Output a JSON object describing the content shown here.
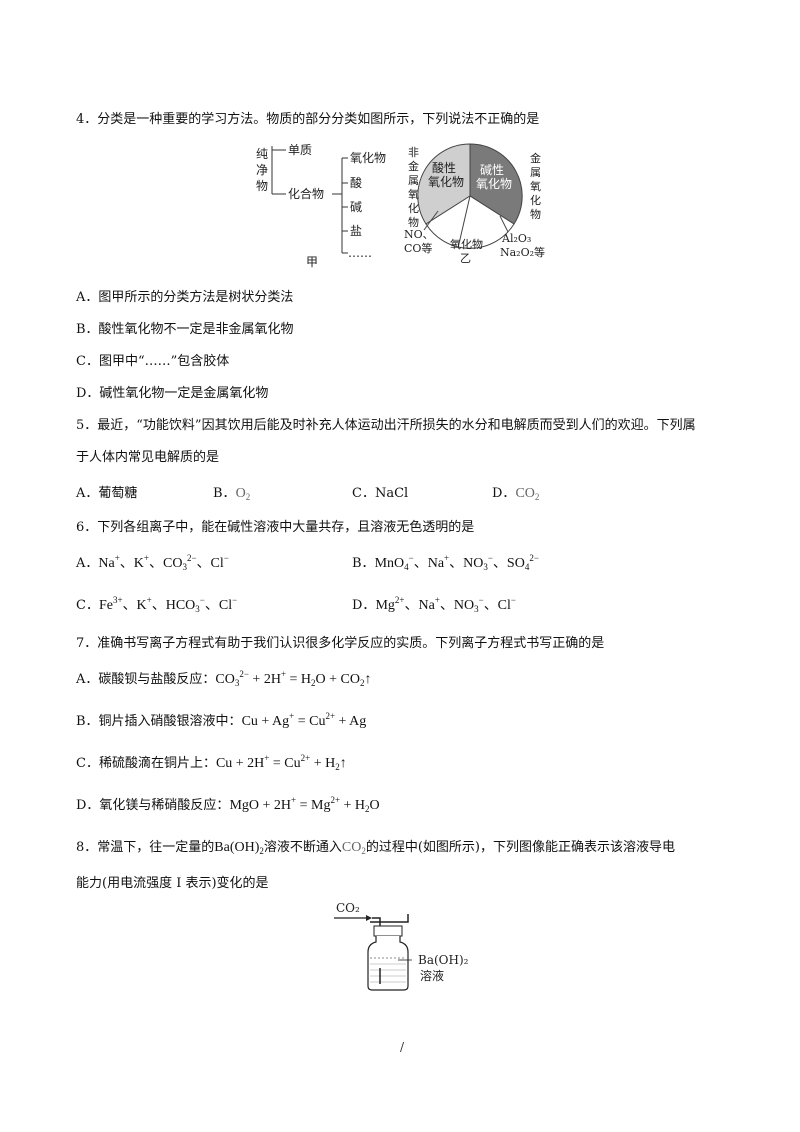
{
  "q4": {
    "stem": "4．分类是一种重要的学习方法。物质的部分分类如图所示，下列说法不正确的是",
    "fig_jia": {
      "pure": [
        "纯",
        "净",
        "物"
      ],
      "element": "单质",
      "compound": "化合物",
      "subs": [
        "氧化物",
        "酸",
        "碱",
        "盐",
        "……"
      ],
      "label": "甲"
    },
    "fig_yi": {
      "acidic": [
        "酸性",
        "氧化物"
      ],
      "basic": [
        "碱性",
        "氧化物"
      ],
      "nonmetal": [
        "非",
        "金",
        "属",
        "氧",
        "化",
        "物"
      ],
      "metal": [
        "金",
        "属",
        "氧",
        "化",
        "物"
      ],
      "no_co": [
        "NO、",
        "CO等"
      ],
      "oxide": "氧化物",
      "label": "乙",
      "al2o3": "Al₂O₃",
      "na2o2": "Na₂O₂等"
    },
    "options": {
      "A": "A．图甲所示的分类方法是树状分类法",
      "B": "B．酸性氧化物不一定是非金属氧化物",
      "C": "C．图甲中“……”包含胶体",
      "D": "D．碱性氧化物一定是金属氧化物"
    }
  },
  "q5": {
    "stem1": "5．最近，“功能饮料”因其饮用后能及时补充人体运动出汗所损失的水分和电解质而受到人们的欢迎。下列属",
    "stem2": "于人体内常见电解质的是",
    "A": "A．葡萄糖",
    "B": "B．",
    "C": "C．NaCl",
    "D": "D．"
  },
  "q6": {
    "stem": "6．下列各组离子中，能在碱性溶液中大量共存，且溶液无色透明的是",
    "A": "A．",
    "B": "B．",
    "C": "C．",
    "D": "D．"
  },
  "q7": {
    "stem": "7．准确书写离子方程式有助于我们认识很多化学反应的实质。下列离子方程式书写正确的是",
    "A": "A．碳酸钡与盐酸反应：",
    "B": "B．铜片插入硝酸银溶液中：",
    "C": "C．稀硫酸滴在铜片上：",
    "D": "D．氧化镁与稀硝酸反应："
  },
  "q8": {
    "stem_a": "8．常温下，往一定量的",
    "stem_b": "溶液不断通入",
    "stem_c": "的过程中(如图所示)，下列图像能正确表示该溶液导电",
    "stem2": "能力(用电流强度 I 表示)变化的是",
    "fig": {
      "co2": "CO₂",
      "baoh2": "Ba(OH)₂",
      "solution": "溶液"
    }
  },
  "footer": "/"
}
